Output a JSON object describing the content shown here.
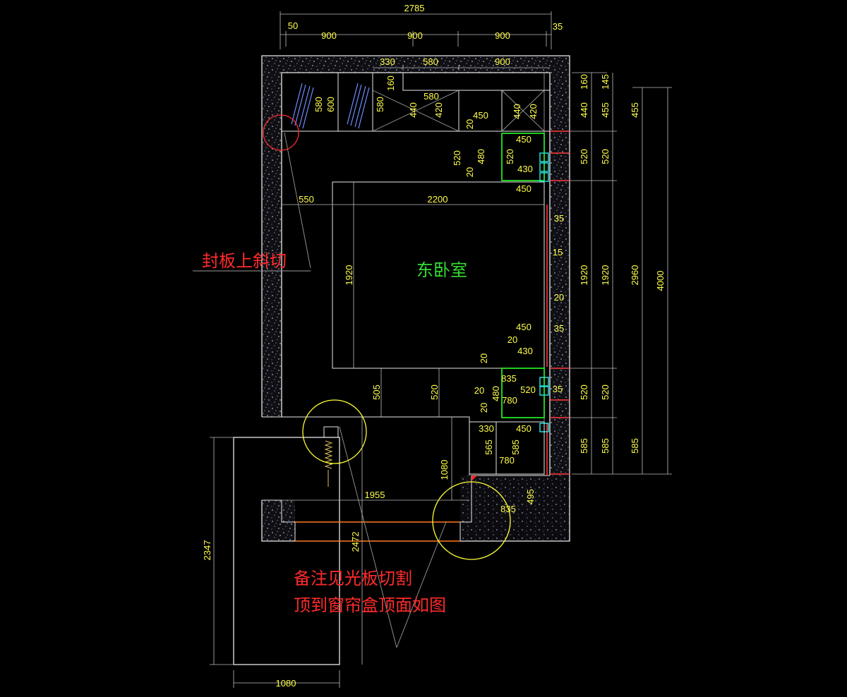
{
  "colors": {
    "background": "#000000",
    "wall": "#e8e8e8",
    "dimension_text": "#ffff4a",
    "room_label": "#33dd33",
    "annotation": "#ff2b2b",
    "highlight_circle": "#ffff33",
    "cut_circle": "#ff2b2b",
    "cabinet": "#22cc22",
    "socket": "#22dddd",
    "curtain_line": "#ff7a22"
  },
  "room_label": "东卧室",
  "notes": {
    "bevel_cut": "封板上斜切",
    "remark_line1": "备注见光板切割",
    "remark_line2": "顶到窗帘盒顶面如图"
  },
  "dims": {
    "top_total": "2785",
    "top_left_gap": "50",
    "top_seg1": "900",
    "top_seg2": "900",
    "top_seg3": "900",
    "top_right_gap": "35",
    "inner_330": "330",
    "inner_580": "580",
    "inner_900": "900",
    "v580a": "580",
    "v600": "600",
    "v580b": "580",
    "v160": "160",
    "v440a": "440",
    "v420a": "420",
    "h580": "580",
    "h450a": "450",
    "v440b": "440",
    "v420b": "420",
    "v20a": "20",
    "h450b": "450",
    "h430a": "430",
    "h450c": "450",
    "v520a": "520",
    "v20b": "20",
    "v480a": "480",
    "v520b": "520",
    "h550": "550",
    "h2200": "2200",
    "v1920": "1920",
    "h450d": "450",
    "h20a": "20",
    "h430b": "430",
    "v20c": "20",
    "h835a": "835",
    "v20d": "20",
    "v20e": "20",
    "v480b": "480",
    "v520c": "520",
    "h780a": "780",
    "v505": "505",
    "v520d": "520",
    "h330b": "330",
    "h450e": "450",
    "v565": "565",
    "v585a": "585",
    "h780b": "780",
    "v1080": "1080",
    "h1955": "1955",
    "h835b": "835",
    "v495": "495",
    "v2472": "2472",
    "v2347": "2347",
    "bottom_1080": "1080",
    "r_35a": "35",
    "r_15": "15",
    "r_20": "20",
    "r_35b": "35",
    "r_35c": "35",
    "c1_160": "160",
    "c1_440": "440",
    "c1_520a": "520",
    "c1_1920": "1920",
    "c1_520b": "520",
    "c1_585": "585",
    "c2_145": "145",
    "c2_455": "455",
    "c2_520a": "520",
    "c2_1920": "1920",
    "c2_520b": "520",
    "c2_585": "585",
    "c3_455": "455",
    "c3_2960": "2960",
    "c3_585": "585",
    "c4_4000": "4000"
  }
}
